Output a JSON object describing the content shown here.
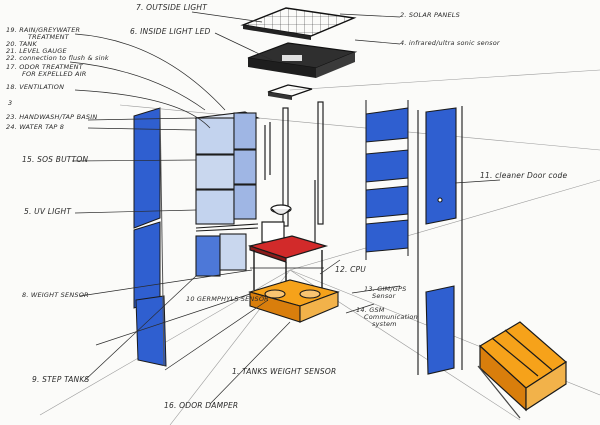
{
  "colors": {
    "ink": "#1c1c1c",
    "blue": "#2f5fd0",
    "blue_light": "#6f95e6",
    "orange": "#f6a21a",
    "orange_dark": "#d97e0c",
    "red": "#d22a2a",
    "panel_dark": "#2d2d2d",
    "glass": "#c9d7ee"
  },
  "labels": {
    "l7": "7. OUTSIDE LIGHT",
    "l2": "2. SOLAR PANELS",
    "l6": "6. INSIDE LIGHT LED",
    "l4": "4. infrared/ultra sonic sensor",
    "l19": "19. RAIN/GREYWATER",
    "l19b": "TREATMENT",
    "l20": "20. TANK",
    "l21": "21. LEVEL GAUGE",
    "l22": "22. connection to flush & sink",
    "l17": "17. ODOR TREATMENT",
    "l17b": "FOR EXPELLED AIR",
    "l18": "18. VENTILATION",
    "l3": "3",
    "l23": "23. HANDWASH/TAP BASIN",
    "l24": "24. WATER TAP 8",
    "l15": "15. SOS BUTTON",
    "l11": "11. cleaner Door code",
    "l5": "5. UV LIGHT",
    "l12": "12. CPU",
    "l8": "8. WEIGHT SENSOR",
    "l10": "10 GERMPHYLS SENSOR",
    "l13": "13. GIM/GPS",
    "l13b": "Sensor",
    "l14": "14. GSM",
    "l14b": "Communication",
    "l14c": "system",
    "l9": "9. STEP TANKS",
    "l1": "1. TANKS WEIGHT SENSOR",
    "l16": "16. ODOR DAMPER"
  }
}
